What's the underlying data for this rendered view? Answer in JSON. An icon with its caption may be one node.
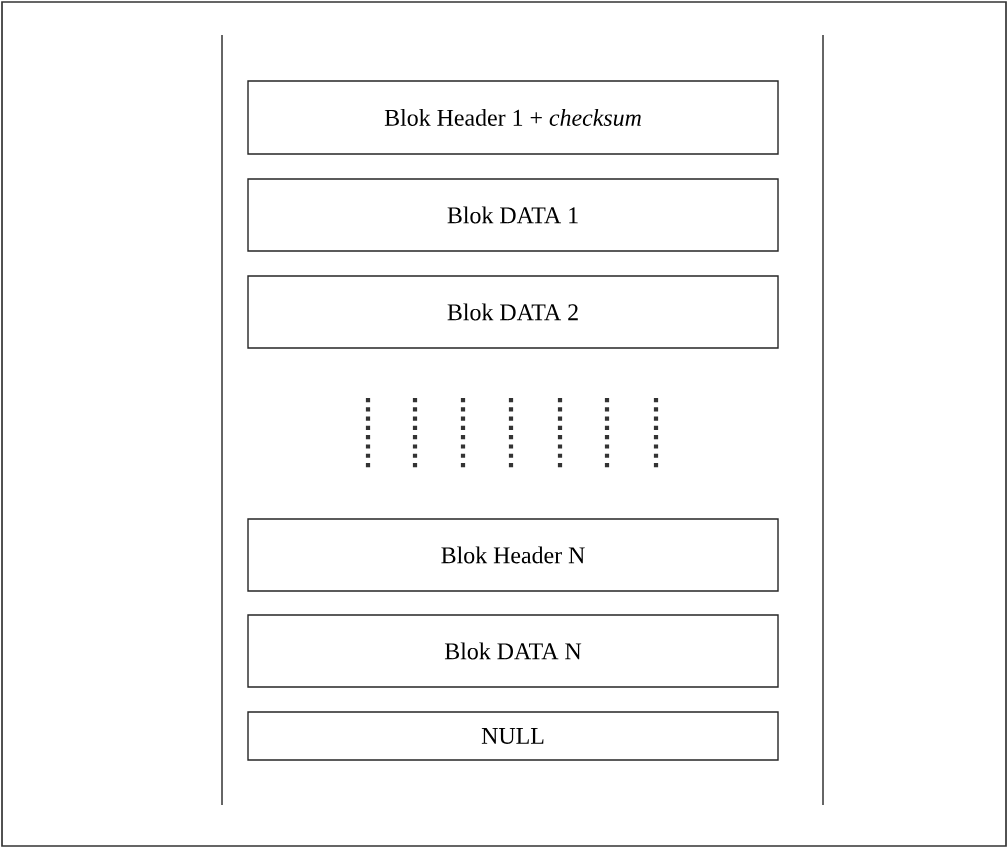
{
  "diagram": {
    "nodes": [
      {
        "text": [
          "Blok Header 1 + *checksum*"
        ]
      },
      {
        "text": [
          "Blok DATA 1"
        ]
      },
      {
        "text": [
          "Blok DATA 2"
        ]
      },
      {
        "text": [
          "Blok Header N"
        ]
      },
      {
        "text": [
          "Blok DATA N"
        ]
      },
      {
        "text": [
          "NULL"
        ]
      }
    ]
  }
}
